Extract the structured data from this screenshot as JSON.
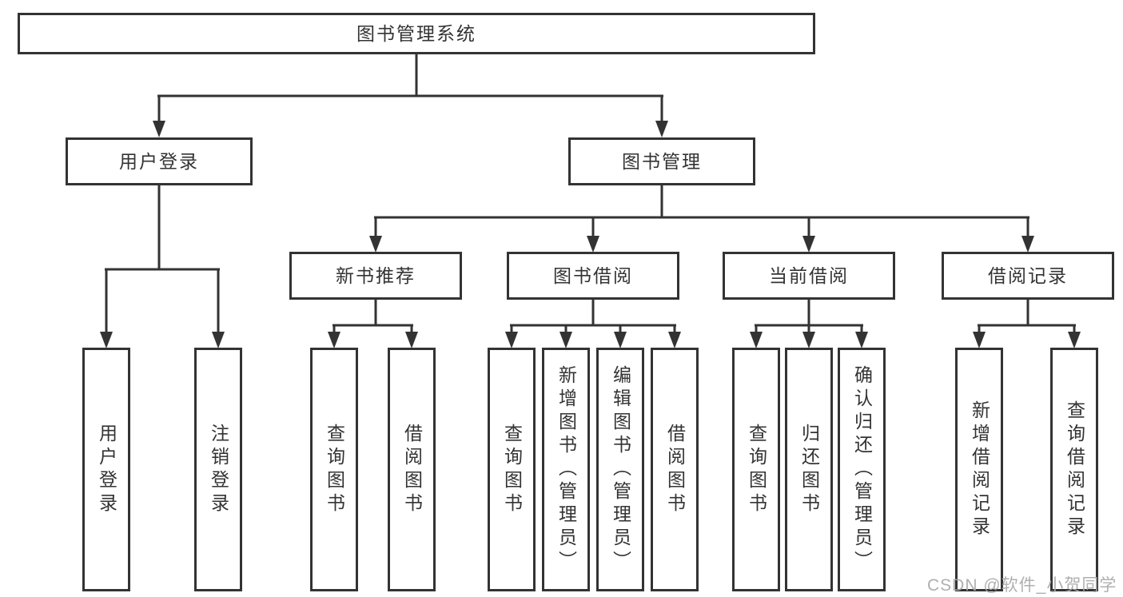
{
  "diagram_type": "hierarchy-tree",
  "colors": {
    "line": "#333333",
    "box_border": "#333333",
    "box_fill": "#ffffff",
    "text": "#333333",
    "watermark": "#a8a8a8"
  },
  "tree": {
    "label": "图书管理系统",
    "children": [
      {
        "label": "用户登录",
        "children": [
          {
            "label": "用户登录"
          },
          {
            "label": "注销登录"
          }
        ]
      },
      {
        "label": "图书管理",
        "children": [
          {
            "label": "新书推荐",
            "children": [
              {
                "label": "查询图书"
              },
              {
                "label": "借阅图书"
              }
            ]
          },
          {
            "label": "图书借阅",
            "children": [
              {
                "label": "查询图书"
              },
              {
                "label": "新增图书（管理员）"
              },
              {
                "label": "编辑图书（管理员）"
              },
              {
                "label": "借阅图书"
              }
            ]
          },
          {
            "label": "当前借阅",
            "children": [
              {
                "label": "查询图书"
              },
              {
                "label": "归还图书"
              },
              {
                "label": "确认归还（管理员）"
              }
            ]
          },
          {
            "label": "借阅记录",
            "children": [
              {
                "label": "新增借阅记录"
              },
              {
                "label": "查询借阅记录"
              }
            ]
          }
        ]
      }
    ]
  },
  "watermark": "CSDN @软件_小贺同学"
}
